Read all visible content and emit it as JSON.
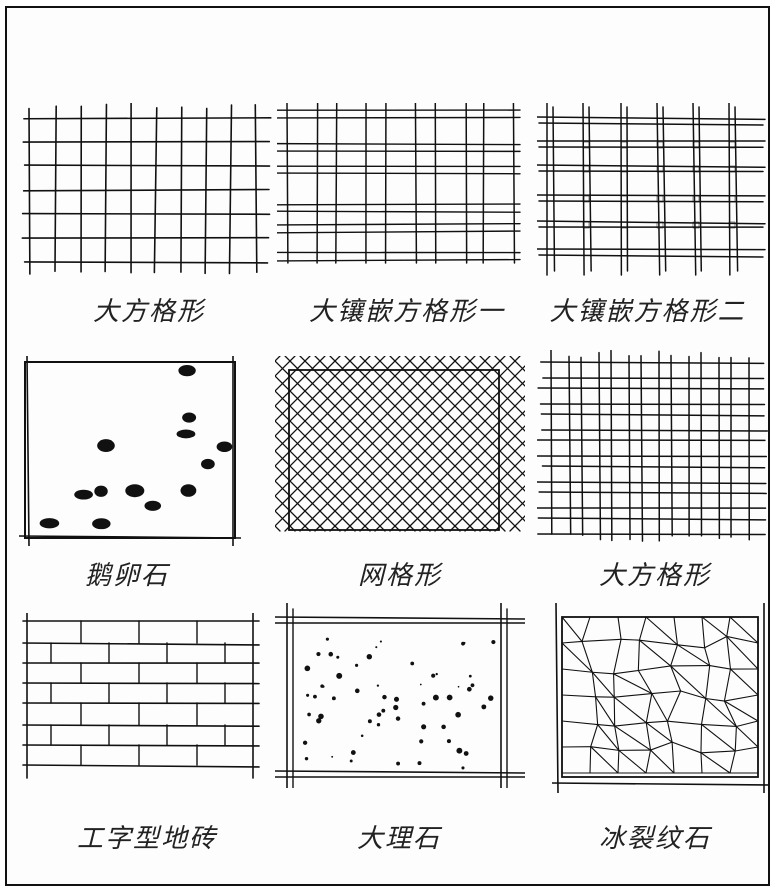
{
  "captions": {
    "r1c1": "大方格形",
    "r1c2": "大镶嵌方格形一",
    "r1c3": "大镶嵌方格形二",
    "r2c1": "鹅卵石",
    "r2c2": "网格形",
    "r2c3": "大方格形",
    "r3c1": "工字型地砖",
    "r3c2": "大理石",
    "r3c3": "冰裂纹石"
  },
  "colors": {
    "ink": "#111111",
    "paper": "#fdfdfd"
  }
}
